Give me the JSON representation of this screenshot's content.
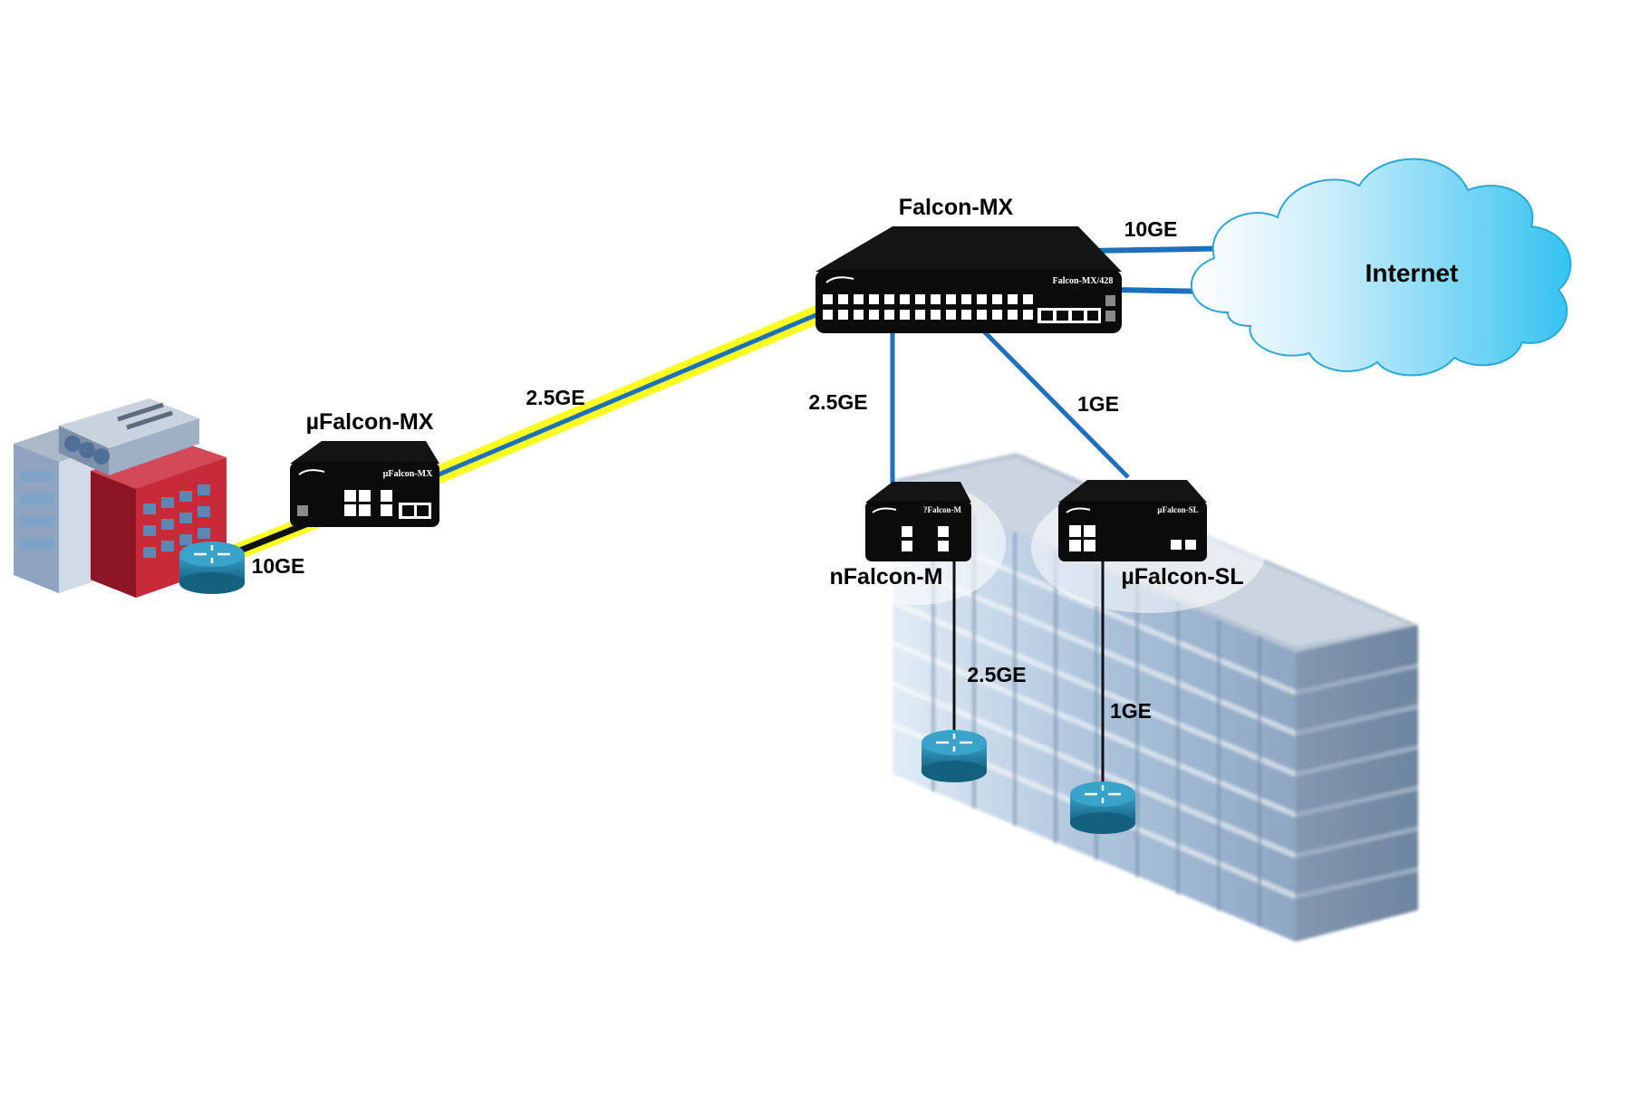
{
  "devices": {
    "falcon_mx": {
      "title": "Falcon-MX",
      "face_label": "Falcon-MX/428"
    },
    "ufalcon_mx": {
      "title": "µFalcon-MX",
      "face_label": "µFalcon-MX"
    },
    "nfalcon_m": {
      "title": "nFalcon-M",
      "face_label": "?Falcon-M"
    },
    "ufalcon_sl": {
      "title": "µFalcon-SL",
      "face_label": "µFalcon-SL"
    }
  },
  "cloud": {
    "label": "Internet"
  },
  "links": {
    "ufalcon_to_falcon": "2.5GE",
    "building_to_ufalcon": "10GE",
    "falcon_to_internet": "10GE",
    "falcon_to_nfalcon": "2.5GE",
    "falcon_to_ufalcon_sl": "1GE",
    "nfalcon_to_router": "2.5GE",
    "ufalcon_sl_to_router": "1GE"
  },
  "colors": {
    "fiber_yellow": "#fbff1f",
    "link_blue": "#1f6fbf",
    "device_black": "#0b0b0b",
    "cloud_blue": "#3cc6f2",
    "router_blue": "#1f7ea3"
  }
}
